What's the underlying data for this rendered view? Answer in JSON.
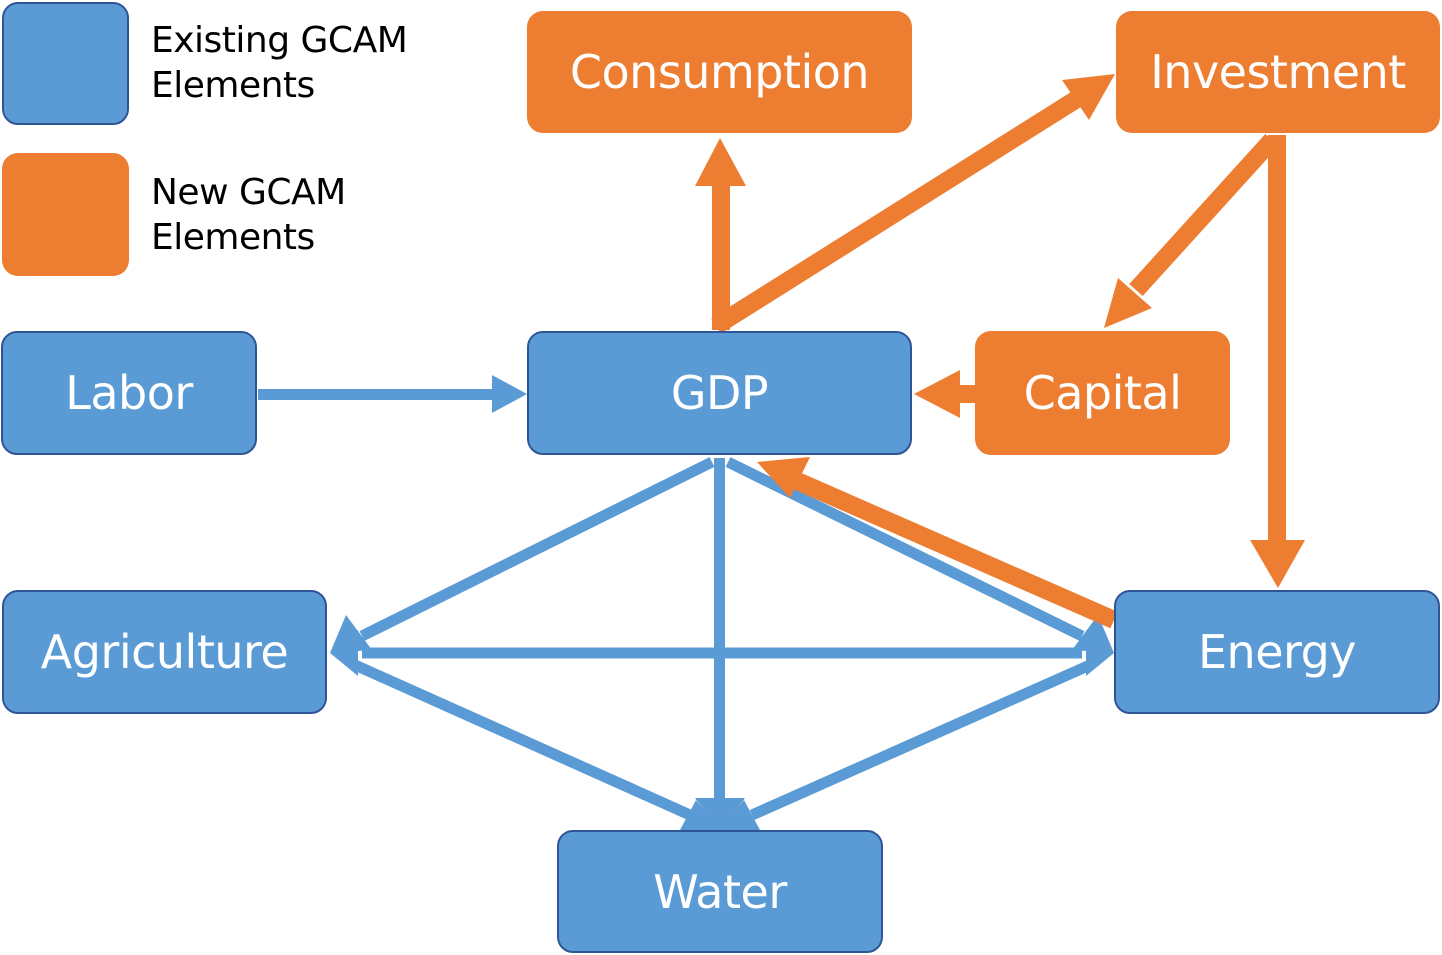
{
  "legend": {
    "existing": {
      "line1": "Existing GCAM",
      "line2": "Elements",
      "color": "#5b9bd5"
    },
    "new": {
      "line1": "New GCAM",
      "line2": "Elements",
      "color": "#ed7d31"
    }
  },
  "nodes": {
    "consumption": "Consumption",
    "investment": "Investment",
    "labor": "Labor",
    "gdp": "GDP",
    "capital": "Capital",
    "agriculture": "Agriculture",
    "energy": "Energy",
    "water": "Water"
  },
  "edges": [
    {
      "from": "Labor",
      "to": "GDP",
      "type": "existing"
    },
    {
      "from": "GDP",
      "to": "Agriculture",
      "type": "existing"
    },
    {
      "from": "GDP",
      "to": "Water",
      "type": "existing"
    },
    {
      "from": "GDP",
      "to": "Energy",
      "type": "existing"
    },
    {
      "from": "Agriculture",
      "to": "Energy",
      "type": "existing",
      "bidirectional": true
    },
    {
      "from": "Agriculture",
      "to": "Water",
      "type": "existing"
    },
    {
      "from": "Energy",
      "to": "Water",
      "type": "existing"
    },
    {
      "from": "GDP",
      "to": "Consumption",
      "type": "new"
    },
    {
      "from": "GDP",
      "to": "Investment",
      "type": "new"
    },
    {
      "from": "Investment",
      "to": "Capital",
      "type": "new"
    },
    {
      "from": "Investment",
      "to": "Energy",
      "type": "new"
    },
    {
      "from": "Capital",
      "to": "GDP",
      "type": "new"
    },
    {
      "from": "Energy",
      "to": "GDP",
      "type": "new"
    }
  ],
  "colors": {
    "existing": "#5b9bd5",
    "new": "#ed7d31",
    "existing_border": "#2f5597"
  }
}
